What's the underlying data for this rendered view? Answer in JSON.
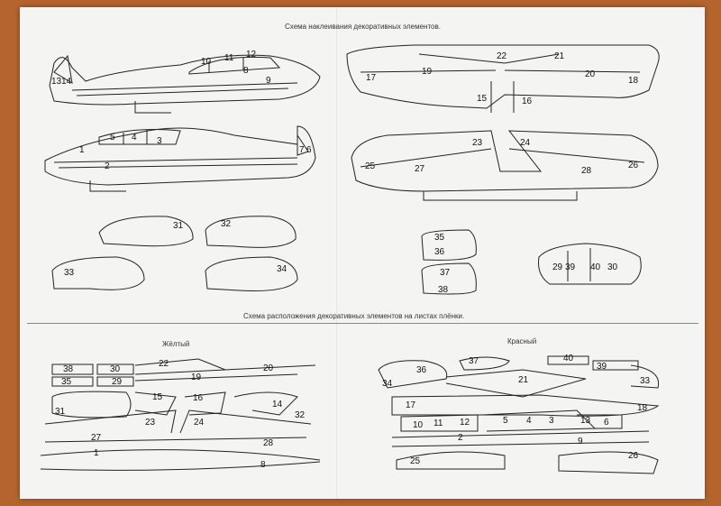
{
  "captions": {
    "top": "Схема наклеивания декоративных элементов.",
    "middle": "Схема расположения декоративных элементов на листах плёнки.",
    "yellow": "Жёлтый",
    "red": "Красный"
  },
  "colors": {
    "paper": "#f4f4f2",
    "table": "#b5642e",
    "ink": "#222222"
  },
  "labels": [
    {
      "t": "13"
    },
    {
      "t": "14"
    },
    {
      "t": "10"
    },
    {
      "t": "11"
    },
    {
      "t": "12"
    },
    {
      "t": "8"
    },
    {
      "t": "9"
    },
    {
      "t": "5"
    },
    {
      "t": "4"
    },
    {
      "t": "3"
    },
    {
      "t": "1"
    },
    {
      "t": "2"
    },
    {
      "t": "7"
    },
    {
      "t": "6"
    },
    {
      "t": "31"
    },
    {
      "t": "32"
    },
    {
      "t": "33"
    },
    {
      "t": "34"
    },
    {
      "t": "22"
    },
    {
      "t": "21"
    },
    {
      "t": "19"
    },
    {
      "t": "17"
    },
    {
      "t": "20"
    },
    {
      "t": "18"
    },
    {
      "t": "15"
    },
    {
      "t": "16"
    },
    {
      "t": "23"
    },
    {
      "t": "24"
    },
    {
      "t": "25"
    },
    {
      "t": "27"
    },
    {
      "t": "28"
    },
    {
      "t": "26"
    },
    {
      "t": "35"
    },
    {
      "t": "36"
    },
    {
      "t": "37"
    },
    {
      "t": "38"
    },
    {
      "t": "29"
    },
    {
      "t": "39"
    },
    {
      "t": "40"
    },
    {
      "t": "30"
    },
    {
      "t": "38"
    },
    {
      "t": "30"
    },
    {
      "t": "22"
    },
    {
      "t": "20"
    },
    {
      "t": "35"
    },
    {
      "t": "29"
    },
    {
      "t": "19"
    },
    {
      "t": "15"
    },
    {
      "t": "16"
    },
    {
      "t": "31"
    },
    {
      "t": "14"
    },
    {
      "t": "32"
    },
    {
      "t": "23"
    },
    {
      "t": "24"
    },
    {
      "t": "27"
    },
    {
      "t": "28"
    },
    {
      "t": "1"
    },
    {
      "t": "8"
    },
    {
      "t": "37"
    },
    {
      "t": "40"
    },
    {
      "t": "36"
    },
    {
      "t": "39"
    },
    {
      "t": "34"
    },
    {
      "t": "21"
    },
    {
      "t": "33"
    },
    {
      "t": "17"
    },
    {
      "t": "18"
    },
    {
      "t": "10"
    },
    {
      "t": "11"
    },
    {
      "t": "12"
    },
    {
      "t": "5"
    },
    {
      "t": "4"
    },
    {
      "t": "3"
    },
    {
      "t": "13"
    },
    {
      "t": "6"
    },
    {
      "t": "2"
    },
    {
      "t": "9"
    },
    {
      "t": "25"
    },
    {
      "t": "26"
    }
  ]
}
